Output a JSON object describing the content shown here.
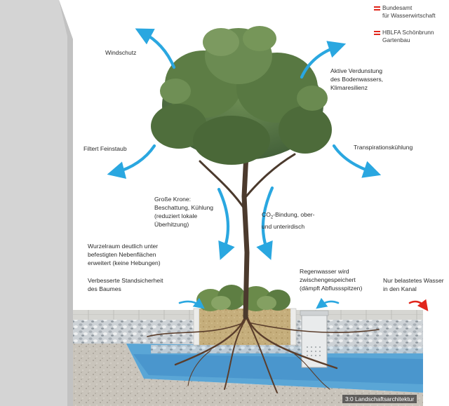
{
  "logos": {
    "primary": "Bundesamt\nfür Wasserwirtschaft",
    "secondary": "HBLFA Schönbrunn\nGartenbau",
    "flag_color": "#e1261c"
  },
  "labels": {
    "windschutz": "Windschutz",
    "verdunstung": "Aktive Verdunstung\ndes Bodenwassers,\nKlimaresilienz",
    "feinstaub": "Filtert Feinstaub",
    "transpiration": "Transpirationskühlung",
    "krone": "Große Krone:\nBeschattung, Kühlung\n(reduziert lokale\nÜberhitzung)",
    "co2_prefix": "CO",
    "co2_sub": "2",
    "co2_rest": "-Bindung, ober-\nund unterirdisch",
    "wurzelraum": "Wurzelraum deutlich unter\nbefestigten Nebenflächen\nerweitert (keine Hebungen)",
    "standsicherheit": "Verbesserte Standsicherheit\ndes Baumes",
    "regenwasser": "Regenwasser wird\nzwischengespeichert\n(dämpft Abflussspitzen)",
    "kanal": "Nur belastetes Wasser\nin den Kanal"
  },
  "credit": "3:0 Landschaftsarchitektur",
  "colors": {
    "arrow_blue": "#2aa7e0",
    "arrow_red": "#e1261c",
    "wall": "#d7d7d7",
    "soil": "#bca678",
    "gravel": "#c9ced2",
    "water": "#4f9fd4",
    "foliage": "#5b7a44",
    "paving": "#d4d4d0"
  }
}
